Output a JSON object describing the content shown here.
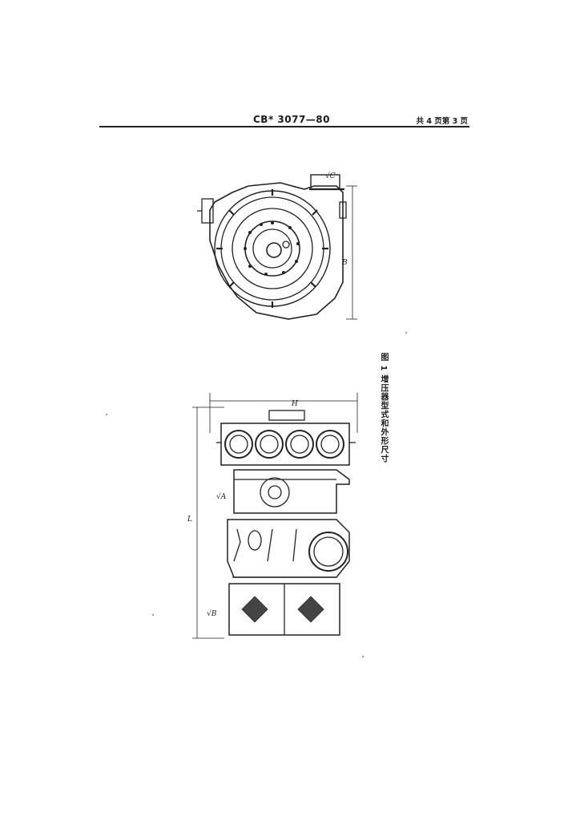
{
  "header": {
    "standard_code": "CB* 3077—80",
    "page_info": "共 4 页第 3 页"
  },
  "figure": {
    "caption": "图 1   增压器型式和外形尺寸",
    "dimension_labels": {
      "top_height": "B",
      "width": "H",
      "length": "L",
      "side_marker": "√A",
      "bottom_marker": "√B",
      "top_marker": "√C"
    }
  }
}
